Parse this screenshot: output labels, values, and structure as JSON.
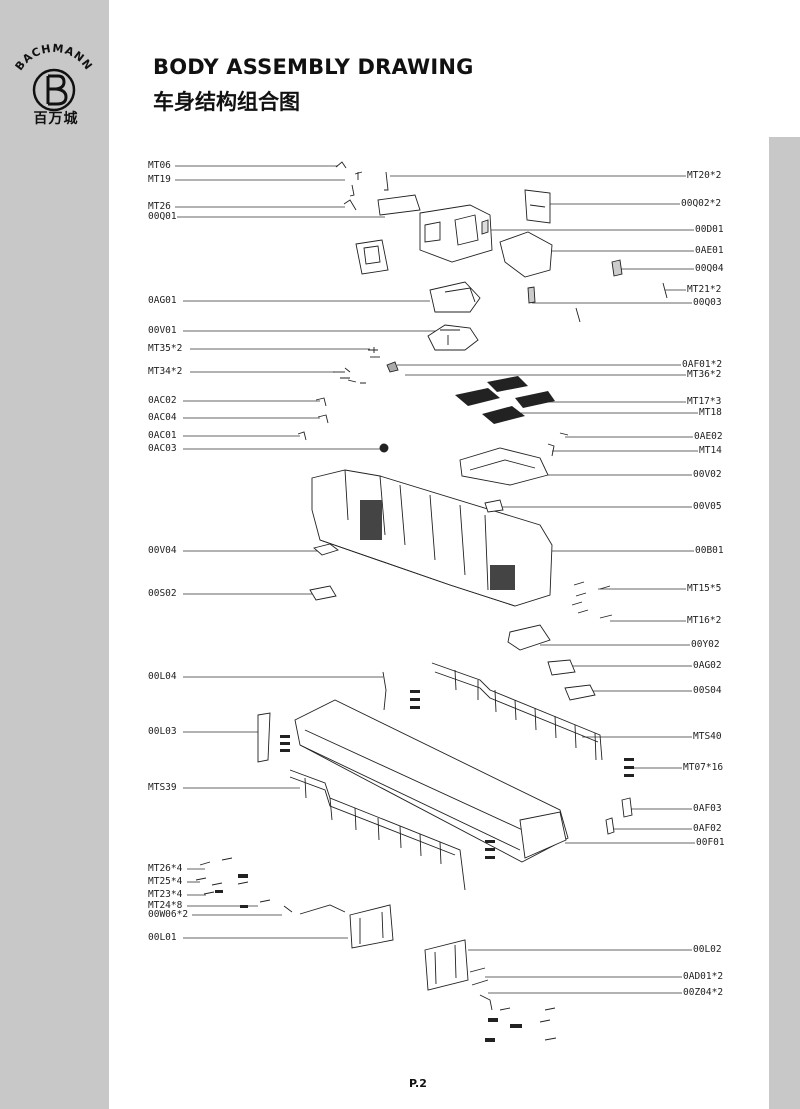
{
  "brand": {
    "name": "BACHMANN",
    "chinese_name": "百万城"
  },
  "header": {
    "title": "BODY ASSEMBLY DRAWING",
    "subtitle": "车身结构组合图"
  },
  "labels_left": [
    "MT06",
    "MT19",
    "MT26",
    "00Q01",
    "0AG01",
    "00V01",
    "MT35*2",
    "MT34*2",
    "0AC02",
    "0AC04",
    "0AC01",
    "0AC03",
    "00V04",
    "00S02",
    "00L04",
    "00L03",
    "MTS39",
    "MT26*4",
    "MT25*4",
    "MT23*4",
    "MT24*8",
    "00W06*2",
    "00L01"
  ],
  "labels_right": [
    "MT20*2",
    "00Q02*2",
    "00D01",
    "0AE01",
    "00Q04",
    "MT21*2",
    "00Q03",
    "0AF01*2",
    "MT36*2",
    "MT17*3",
    "MT18",
    "0AE02",
    "MT14",
    "00V02",
    "00V05",
    "00B01",
    "MT15*5",
    "MT16*2",
    "00Y02",
    "0AG02",
    "00S04",
    "MTS40",
    "MT07*16",
    "0AF03",
    "0AF02",
    "00F01",
    "00L02",
    "0AD01*2",
    "00Z04*2"
  ],
  "footer": {
    "page_number": "P.2"
  }
}
